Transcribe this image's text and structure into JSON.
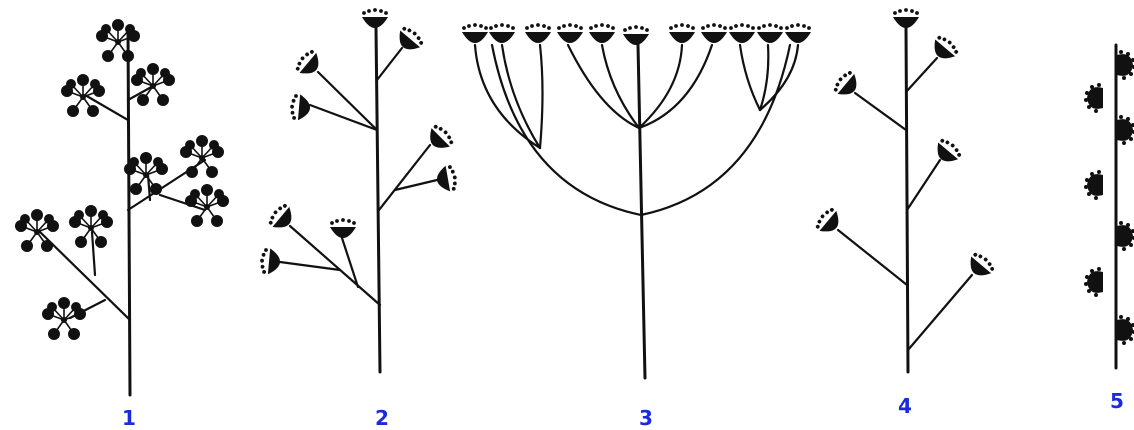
{
  "figure": {
    "labels": [
      "1",
      "2",
      "3",
      "4",
      "5"
    ]
  },
  "colors": {
    "ink": "#111111",
    "label": "#1a2bdc",
    "background": "#ffffff"
  }
}
